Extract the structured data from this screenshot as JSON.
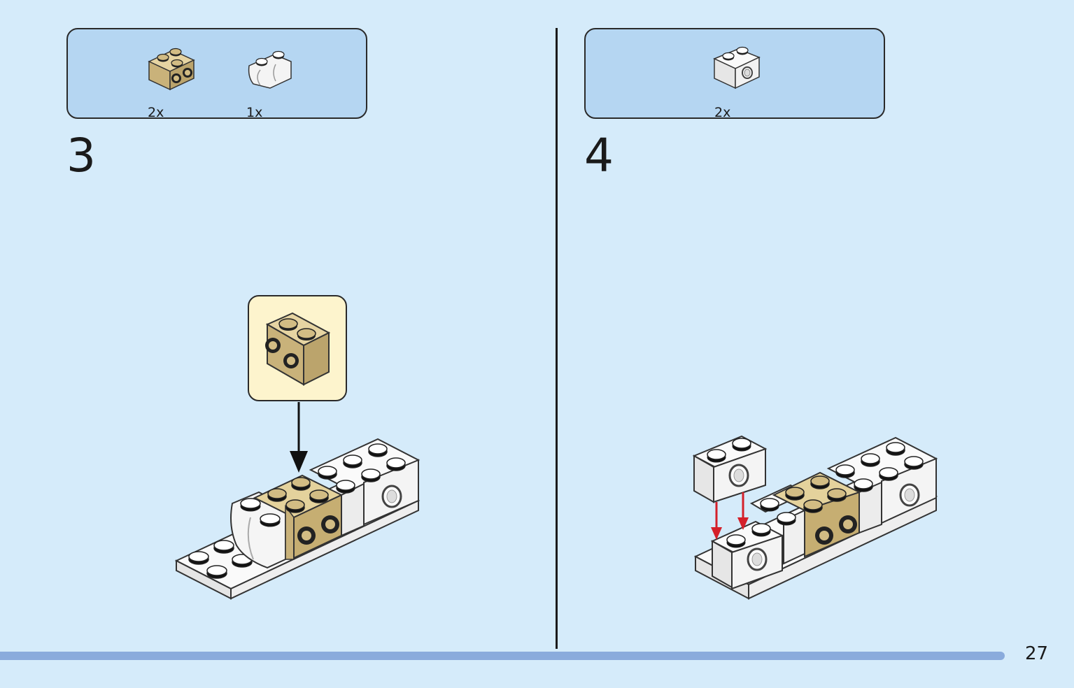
{
  "steps": [
    {
      "number": "3",
      "parts": [
        {
          "qty": "2x",
          "icon": "tan-brick-with-side-studs-icon",
          "color": "#d2bc84"
        },
        {
          "qty": "1x",
          "icon": "white-curved-brick-icon",
          "color": "#ffffff"
        }
      ]
    },
    {
      "number": "4",
      "parts": [
        {
          "qty": "2x",
          "icon": "white-technic-brick-icon",
          "color": "#ffffff"
        }
      ]
    }
  ],
  "page_number": "27",
  "colors": {
    "background": "#d5ebfa",
    "parts_box": "#b5d6f2",
    "callout": "#fdf4cd",
    "tan": "#d2bc84",
    "bar": "#8aabdc",
    "arrow_red": "#d4202a"
  }
}
